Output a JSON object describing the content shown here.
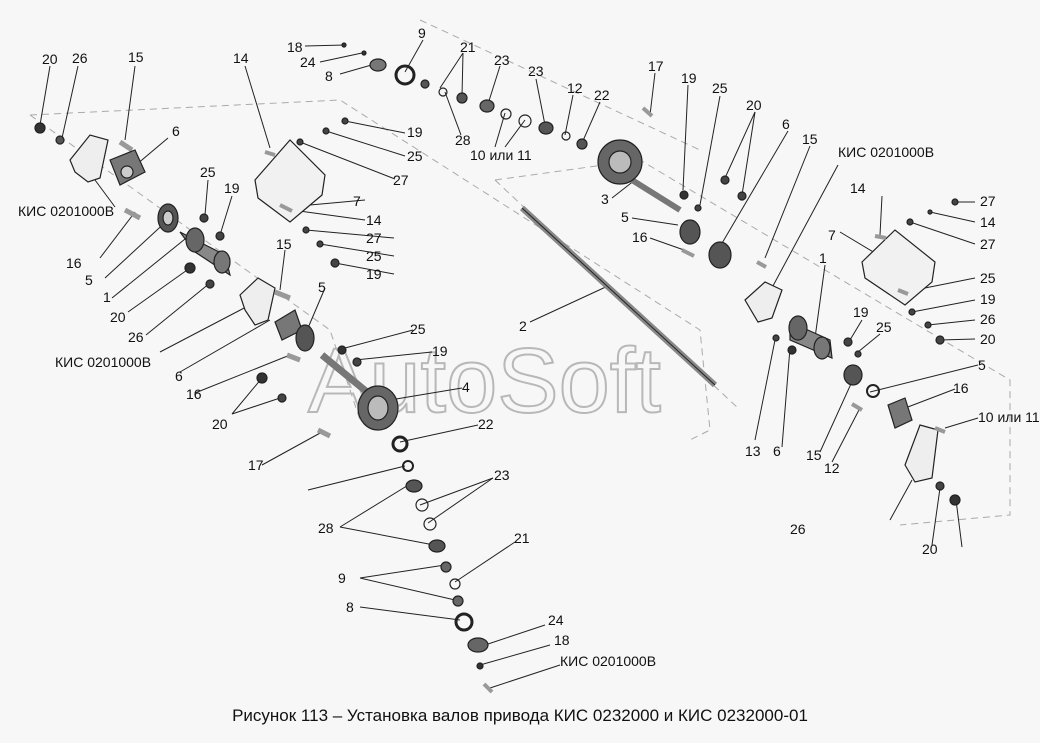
{
  "watermark": "AutoSoft",
  "caption": "Рисунок 113 – Установка валов привода КИС 0232000 и КИС 0232000-01",
  "labels": [
    "20",
    "26",
    "15",
    "6",
    "КИС 0201000В",
    "16",
    "5",
    "1",
    "25",
    "19",
    "20",
    "26",
    "14",
    "18",
    "24",
    "8",
    "9",
    "21",
    "23",
    "28",
    "10 или 11",
    "23",
    "12",
    "22",
    "17",
    "19",
    "25",
    "20",
    "6",
    "15",
    "3",
    "5",
    "16",
    "19",
    "25",
    "27",
    "7",
    "14",
    "27",
    "25",
    "19",
    "15",
    "5",
    "КИС 0201000В",
    "6",
    "16",
    "20",
    "17",
    "25",
    "19",
    "4",
    "22",
    "2",
    "КИС 0201000В",
    "14",
    "7",
    "1",
    "19",
    "25",
    "27",
    "14",
    "27",
    "25",
    "19",
    "26",
    "20",
    "13",
    "6",
    "5",
    "16",
    "15",
    "12",
    "10 или 11",
    "23",
    "28",
    "21",
    "9",
    "8",
    "24",
    "18",
    "КИС 0201000В",
    "26",
    "20"
  ]
}
